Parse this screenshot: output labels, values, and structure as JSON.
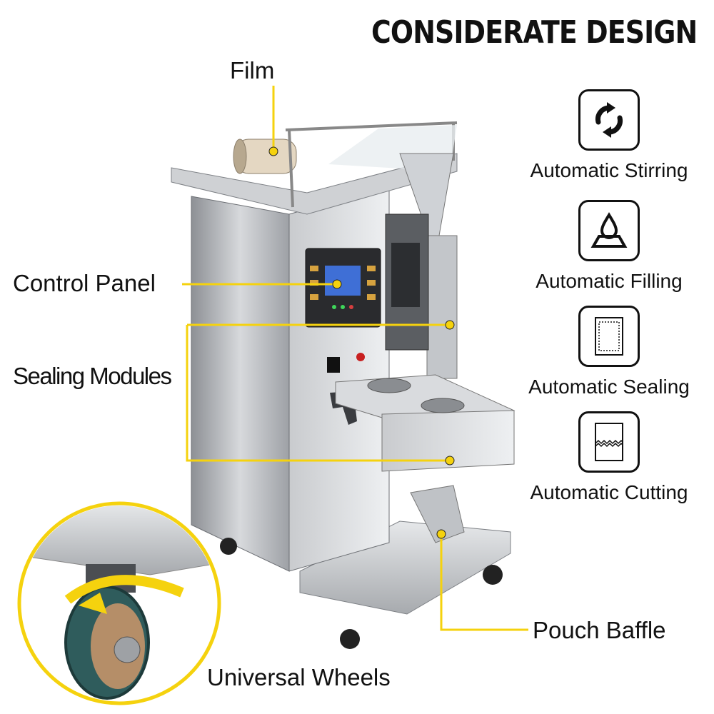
{
  "title": "CONSIDERATE DESIGN",
  "callouts": {
    "film": "Film",
    "control_panel": "Control Panel",
    "sealing_modules": "Sealing Modules",
    "pouch_baffle": "Pouch Baffle",
    "universal_wheels": "Universal Wheels"
  },
  "features": [
    {
      "label": "Automatic Stirring",
      "icon": "stirring-arrows-icon"
    },
    {
      "label": "Automatic Filling",
      "icon": "filling-drop-icon"
    },
    {
      "label": "Automatic Sealing",
      "icon": "sealing-pouch-icon"
    },
    {
      "label": "Automatic Cutting",
      "icon": "cutting-pouch-icon"
    }
  ],
  "colors": {
    "accent_yellow": "#f5d20e",
    "steel": "#b9bcc0",
    "text": "#111111"
  }
}
